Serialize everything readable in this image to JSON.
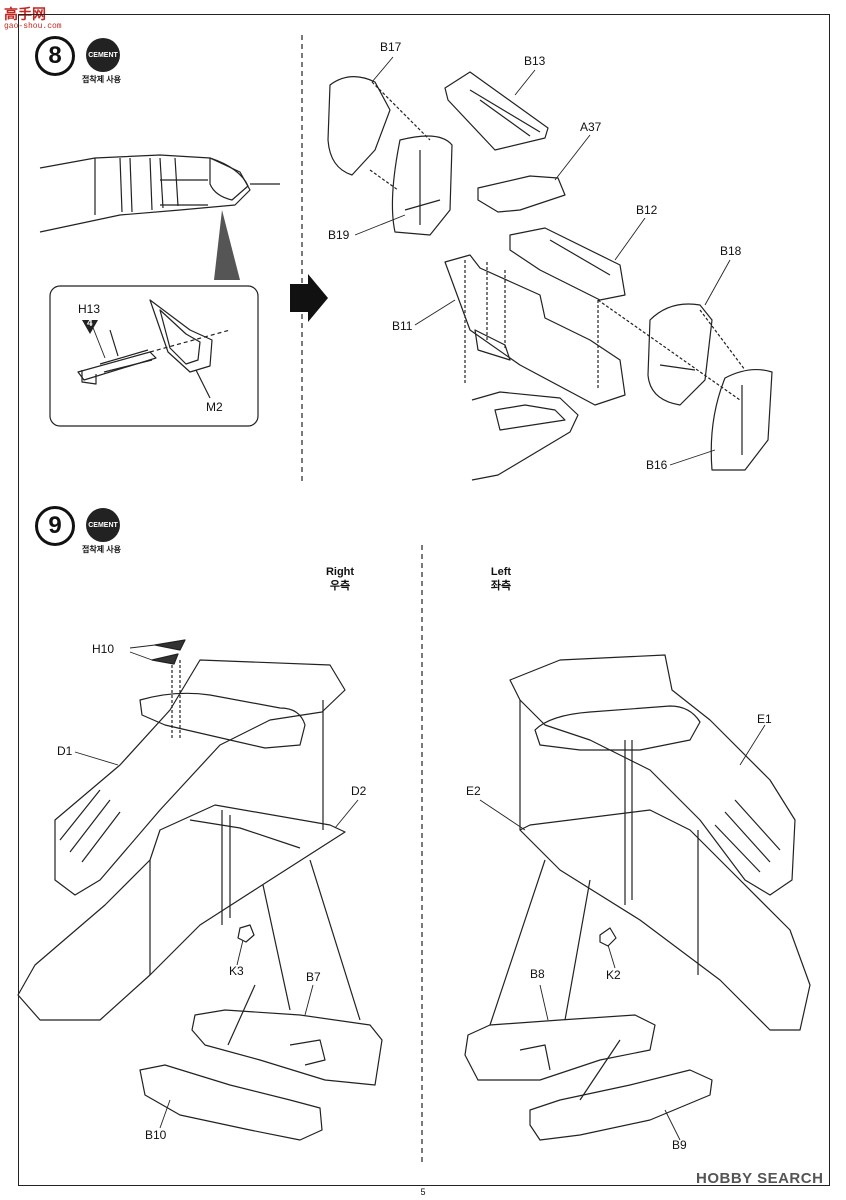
{
  "watermark": {
    "top_logo": "高手网",
    "top_url": "gao-shou.com",
    "bottom": "HOBBY SEARCH"
  },
  "page_number": "5",
  "cement": {
    "label": "CEMENT",
    "sub": "접착제 사용"
  },
  "step8": {
    "number": "8",
    "callouts": [
      "B17",
      "B13",
      "A37",
      "B12",
      "B19",
      "B18",
      "B11",
      "B16"
    ],
    "inset": {
      "h13": "H13",
      "h13_badge": "4",
      "m2": "M2"
    }
  },
  "step9": {
    "number": "9",
    "right": {
      "en": "Right",
      "ko": "우측"
    },
    "left": {
      "en": "Left",
      "ko": "좌측"
    },
    "right_callouts": [
      "H10",
      "D1",
      "D2",
      "K3",
      "B7",
      "B10"
    ],
    "left_callouts": [
      "E1",
      "E2",
      "K2",
      "B8",
      "B9"
    ]
  }
}
